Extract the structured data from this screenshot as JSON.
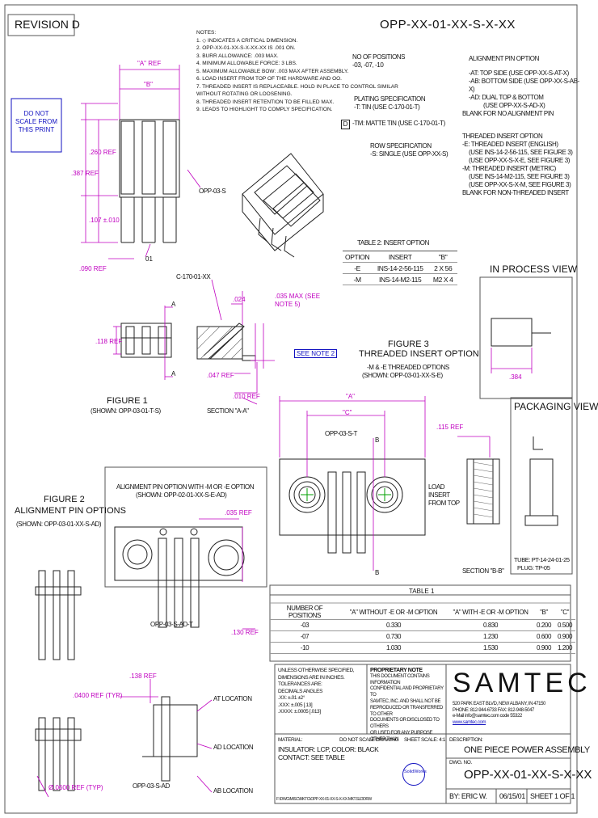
{
  "revision": "REVISION D",
  "title_part": "OPP-XX-01-XX-S-X-XX",
  "do_not_scale": "DO NOT SCALE FROM THIS PRINT",
  "notes": {
    "heading": "NOTES:",
    "items": [
      "1. ◇ INDICATES A CRITICAL DIMENSION.",
      "2. OPP-XX-01-XX-S-X-XX-XX IS .001 ON.",
      "3. BURR ALLOWANCE: .003 MAX.",
      "4. MINIMUM ALLOWABLE FORCE: 3 LBS.",
      "5. MAXIMUM ALLOWABLE BOW: .003 MAX AFTER ASSEMBLY.",
      "6. LOAD INSERT FROM TOP OF THE HARDWARE AND OO.",
      "7. THREADED INSERT IS REPLACEABLE. HOLD IN PLACE TO CONTROL SIMILAR",
      "   WITHOUT ROTATING OR LOOSENING.",
      "8. THREADED INSERT RETENTION TO BE FILLED MAX.",
      "9. LEADS TO HIGHLIGHT TO COMPLY SPECIFICATION."
    ]
  },
  "spec": {
    "positions_label": "NO OF POSITIONS",
    "positions_values": "-03, -07, -10",
    "plating_label": "PLATING SPECIFICATION",
    "plating_t": "-T: TIN (USE C-170-01-T)",
    "plating_d_marker": "D",
    "plating_d": "-TM: MATTE TIN (USE C-170-01-T)",
    "row_label": "ROW SPECIFICATION",
    "row_value": "-S: SINGLE (USE OPP-XX-S)",
    "alignment_label": "ALIGNMENT PIN OPTION",
    "alignment_items": [
      "-AT: TOP SIDE (USE OPP-XX-S-AT-X)",
      "-AB: BOTTOM SIDE (USE OPP-XX-S-AB-X)",
      "-AD: DUAL TOP & BOTTOM",
      "(USE OPP-XX-S-AD-X)",
      "BLANK FOR NO ALIGNMENT PIN"
    ],
    "threaded_label": "THREADED INSERT OPTION",
    "threaded_items": [
      "-E: THREADED INSERT (ENGLISH)",
      "(USE INS-14-2-56-115, SEE FIGURE 3)",
      "(USE OPP-XX-S-X-E, SEE FIGURE 3)",
      "-M: THREADED INSERT (METRIC)",
      "(USE INS-14-M2-115, SEE FIGURE 3)",
      "(USE OPP-XX-S-X-M, SEE FIGURE 3)",
      "BLANK FOR NON-THREADED INSERT"
    ]
  },
  "table2": {
    "title": "TABLE 2: INSERT OPTION",
    "headers": [
      "OPTION",
      "INSERT",
      "\"B\""
    ],
    "rows": [
      [
        "-E",
        "INS-14-2-56-115",
        "2 X 56"
      ],
      [
        "-M",
        "INS-14-M2-115",
        "M2 X 4"
      ]
    ]
  },
  "process_view": {
    "title": "IN PROCESS VIEW",
    "dim": ".384"
  },
  "packaging_view": {
    "title": "PACKAGING VIEW",
    "tube": "TUBE: PT-14-24-01-25",
    "plug": "PLUG: TP-05"
  },
  "figure1": {
    "title": "FIGURE 1",
    "shown": "(SHOWN: OPP-03-01-T-S)",
    "dims": {
      "a_ref": "\"A\" REF",
      "b": "\"B\"",
      "d260": ".260 REF",
      "d387": ".387 REF",
      "d107": ".107 ±.010",
      "d090": ".090 REF",
      "d118": ".118 REF",
      "d047": ".047 REF",
      "d024": ".024",
      "d035": ".035 MAX (SEE NOTE 5)",
      "d010": ".010 REF"
    },
    "callouts": {
      "part1": "OPP-03-S",
      "part2": "01",
      "c170": "C-170-01-XX",
      "see_note": "SEE NOTE 2",
      "section": "SECTION \"A-A\"",
      "a_mark": "A"
    }
  },
  "figure3": {
    "title": "FIGURE 3",
    "subtitle": "THREADED INSERT OPTION",
    "line1": "-M & -E THREADED OPTIONS",
    "line2": "(SHOWN: OPP-03-01-XX-S-E)",
    "dims": {
      "a": "\"A\"",
      "c": "\"C\"",
      "d115": ".115 REF"
    },
    "callouts": {
      "part": "OPP-03-S-T",
      "b1": "B",
      "b2": "B",
      "load": "LOAD INSERT FROM TOP",
      "section_b": "SECTION \"B-B\""
    }
  },
  "figure2": {
    "title": "FIGURE 2",
    "subtitle": "ALIGNMENT PIN OPTIONS",
    "shown": "(SHOWN: OPP-03-01-XX-S-AD)",
    "box_title": "ALIGNMENT PIN OPTION WITH -M OR -E OPTION",
    "box_shown": "(SHOWN: OPP-02-01-XX-S-E-AD)",
    "dims": {
      "d035": ".035 REF",
      "d130": ".130 REF",
      "d138": ".138 REF",
      "d040": ".0400 REF (TYP)",
      "dia": "Ø.0600 REF (TYP)"
    },
    "callouts": {
      "part1": "OPP-03-S-AD-T",
      "part2": "OPP-03-S-AD",
      "at": "AT LOCATION",
      "ad": "AD LOCATION",
      "ab": "AB LOCATION"
    }
  },
  "table1": {
    "title": "TABLE 1",
    "headers": [
      "NUMBER OF POSITIONS",
      "\"A\" WITHOUT -E OR -M OPTION",
      "\"A\" WITH -E OR -M OPTION",
      "\"B\"",
      "\"C\""
    ],
    "rows": [
      [
        "-03",
        "0.330",
        "0.830",
        "0.200",
        "0.500"
      ],
      [
        "-07",
        "0.730",
        "1.230",
        "0.600",
        "0.900"
      ],
      [
        "-10",
        "1.030",
        "1.530",
        "0.900",
        "1.200"
      ]
    ]
  },
  "title_block": {
    "unless": "UNLESS OTHERWISE SPECIFIED, DIMENSIONS ARE IN INCHES.",
    "tolerances": "TOLERANCES ARE:",
    "tol_rows": [
      "DECIMALS      ANGLES",
      ".XX: ±.01      ±2°",
      ".XXX: ±.005 [.13]",
      ".XXXX: ±.0005 [.013]"
    ],
    "proprietary": "PROPRIETARY NOTE",
    "prop_lines": [
      "THIS DOCUMENT CONTAINS INFORMATION",
      "CONFIDENTIAL AND PROPRIETARY TO",
      "SAMTEC, INC. AND SHALL NOT BE",
      "REPRODUCED OR TRANSFERRED TO OTHER",
      "DOCUMENTS OR DISCLOSED TO OTHERS",
      "OR USED FOR ANY PURPOSE OTHER THAN"
    ],
    "logo": "SAMTEC",
    "company_lines": [
      "520 PARK EAST BLVD, NEW ALBANY, IN 47150",
      "PHONE: 812-944-6733  FAX: 812-948-5047",
      "e-Mail info@samtec.com  code 55322",
      "www.samtec.com"
    ],
    "material_label": "MATERIAL:",
    "material_lines": [
      "INSULATOR: LCP, COLOR: BLACK",
      "CONTACT: SEE TABLE"
    ],
    "do_not_scale": "DO NOT SCALE DRAWING",
    "sheet_scale": "SHEET SCALE: 4:1",
    "description_label": "DESCRIPTION:",
    "description": "ONE PIECE POWER ASSEMBLY",
    "dwg_label": "DWG. NO.",
    "dwg_no": "OPP-XX-01-XX-S-X-XX",
    "by": "BY: ERIC W.",
    "date": "06/15/01",
    "sheet": "SHEET 1 OF 1",
    "solidworks": "SolidWorks",
    "footer": "F:\\DWG\\MISC\\MKTG\\OPP-XX-01-XX-S-X-XX-MKT.SLDDRW"
  }
}
